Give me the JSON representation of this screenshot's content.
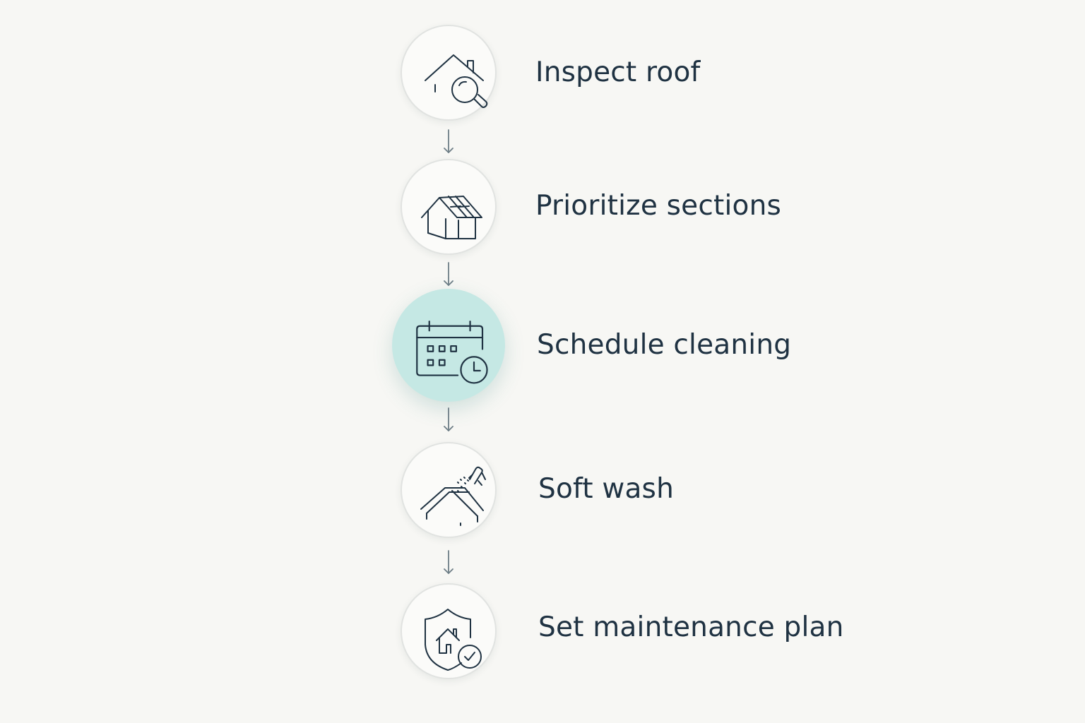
{
  "steps": [
    {
      "label": "Inspect roof",
      "icon": "house-magnifier-icon",
      "active": false
    },
    {
      "label": "Prioritize sections",
      "icon": "house-roof-sections-icon",
      "active": false
    },
    {
      "label": "Schedule cleaning",
      "icon": "calendar-clock-icon",
      "active": true
    },
    {
      "label": "Soft wash",
      "icon": "roof-spray-nozzle-icon",
      "active": false
    },
    {
      "label": "Set maintenance plan",
      "icon": "shield-house-check-icon",
      "active": false
    }
  ],
  "colors": {
    "background": "#f7f7f4",
    "text": "#1f3242",
    "active_fill": "#c5e8e4",
    "circle_border": "#e1e3e1",
    "connector": "#6d7d86"
  }
}
